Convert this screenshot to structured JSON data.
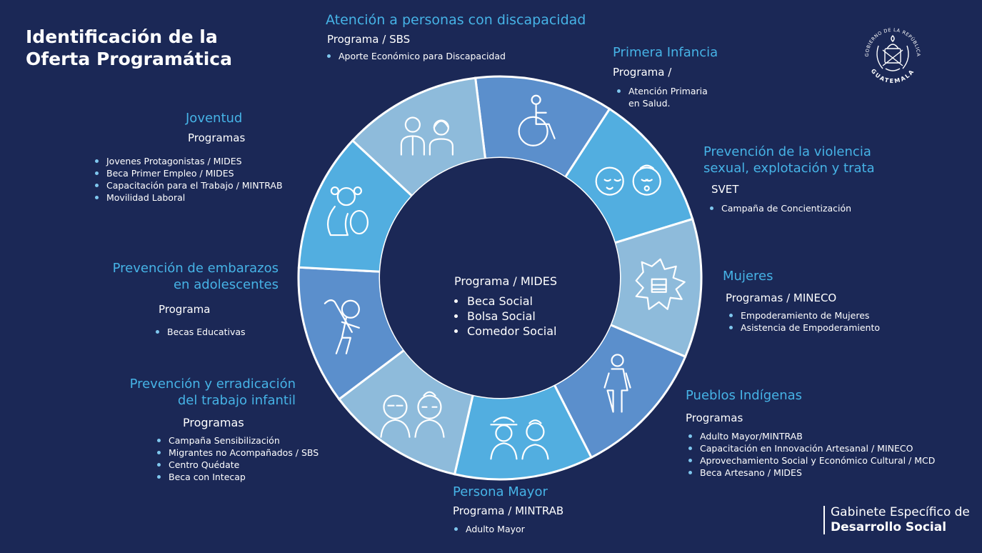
{
  "title": [
    "Identificación de la",
    "Oferta Programática"
  ],
  "seal": {
    "top_text": "GOBIERNO DE LA REPÚBLICA",
    "bottom_text": "GUATEMALA"
  },
  "center": {
    "program": "Programa / MIDES",
    "items": [
      "Beca Social",
      "Bolsa Social",
      "Comedor Social"
    ]
  },
  "sections": {
    "discapacidad": {
      "title": "Atención a personas con discapacidad",
      "program": "Programa / SBS",
      "items": [
        "Aporte Económico para Discapacidad"
      ]
    },
    "primera_infancia": {
      "title": "Primera Infancia",
      "program": "Programa /",
      "items": [
        "Atención Primaria",
        "en Salud."
      ]
    },
    "violencia": {
      "title": [
        "Prevención de la violencia",
        "sexual, explotación y trata"
      ],
      "program": "SVET",
      "items": [
        "Campaña de Concientización"
      ]
    },
    "mujeres": {
      "title": "Mujeres",
      "program": "Programas / MINECO",
      "items": [
        "Empoderamiento de Mujeres",
        "Asistencia de Empoderamiento"
      ]
    },
    "indigenas": {
      "title": "Pueblos Indígenas",
      "program": "Programas",
      "items": [
        "Adulto Mayor/MINTRAB",
        "Capacitación en Innovación Artesanal / MINECO",
        "Aprovechamiento Social y Económico Cultural / MCD",
        "Beca Artesano / MIDES"
      ]
    },
    "persona_mayor": {
      "title": "Persona Mayor",
      "program": "Programa / MINTRAB",
      "items": [
        "Adulto  Mayor"
      ]
    },
    "trabajo_infantil": {
      "title": [
        "Prevención y erradicación",
        "del trabajo infantil"
      ],
      "program": "Programas",
      "items": [
        "Campaña Sensibilización",
        "Migrantes no Acompañados / SBS",
        "Centro Quédate",
        "Beca con Intecap"
      ]
    },
    "embarazos": {
      "title": [
        "Prevención de embarazos",
        "en adolescentes"
      ],
      "program": "Programa",
      "items": [
        "Becas Educativas"
      ]
    },
    "juventud": {
      "title": "Joventud",
      "program": "Programas",
      "items": [
        "Jovenes Protagonistas / MIDES",
        "Beca Primer Empleo / MIDES",
        "Capacitación para el Trabajo / MINTRAB",
        "Movilidad Laboral"
      ]
    }
  },
  "segments": [
    {
      "name": "discapacidad",
      "color": "#5b8fcc",
      "icon": "wheelchair-icon"
    },
    {
      "name": "primera_infancia",
      "color": "#52aee0",
      "icon": "babies-icon"
    },
    {
      "name": "violencia",
      "color": "#8ebbdb",
      "icon": "fist-icon"
    },
    {
      "name": "mujeres",
      "color": "#5b8fcc",
      "icon": "woman-icon"
    },
    {
      "name": "indigenas",
      "color": "#52aee0",
      "icon": "indigenous-people-icon"
    },
    {
      "name": "persona_mayor",
      "color": "#8ebbdb",
      "icon": "elderly-couple-icon"
    },
    {
      "name": "trabajo_infantil",
      "color": "#5b8fcc",
      "icon": "child-labor-icon"
    },
    {
      "name": "embarazos",
      "color": "#52aee0",
      "icon": "teen-pregnancy-icon"
    },
    {
      "name": "juventud",
      "color": "#8ebbdb",
      "icon": "youth-icon"
    }
  ],
  "footer": {
    "line1": "Gabinete Específico de",
    "line2": "Desarrollo Social"
  },
  "colors": {
    "background": "#1b2856",
    "heading": "#46b3e6",
    "bullet": "#7fc7ee"
  }
}
